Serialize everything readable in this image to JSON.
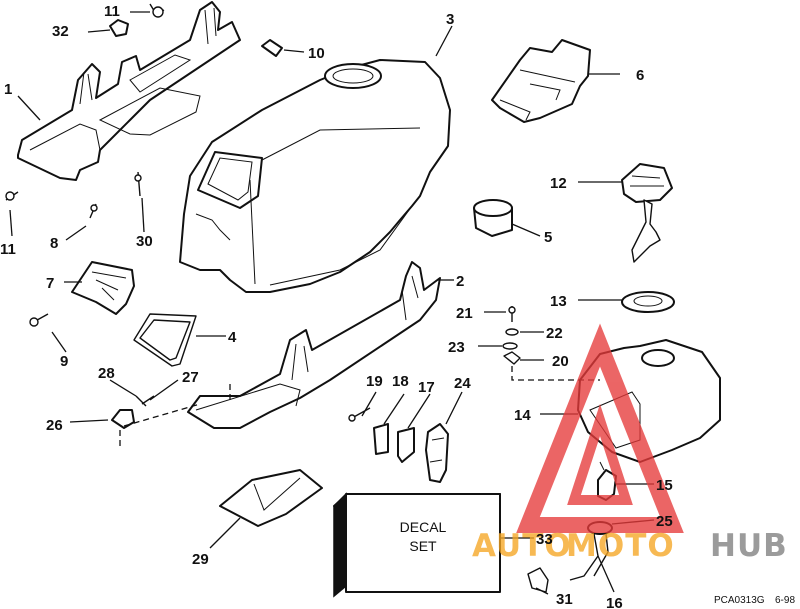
{
  "diagram": {
    "callouts": [
      "1",
      "2",
      "3",
      "4",
      "5",
      "6",
      "7",
      "8",
      "9",
      "10",
      "11",
      "11",
      "12",
      "13",
      "14",
      "15",
      "16",
      "17",
      "18",
      "19",
      "20",
      "21",
      "22",
      "23",
      "24",
      "25",
      "26",
      "27",
      "28",
      "29",
      "30",
      "31",
      "32",
      "33"
    ],
    "decal_line1": "DECAL",
    "decal_line2": "SET",
    "drawing_code": "PCA0313G",
    "date_code": "6-98"
  },
  "watermark": {
    "part1": "AUTO",
    "part2": "MOTO",
    "part3": "HUB",
    "color_red": "#e63b3b",
    "color_orange": "#f5a623",
    "color_gray": "#7f7f7f"
  }
}
